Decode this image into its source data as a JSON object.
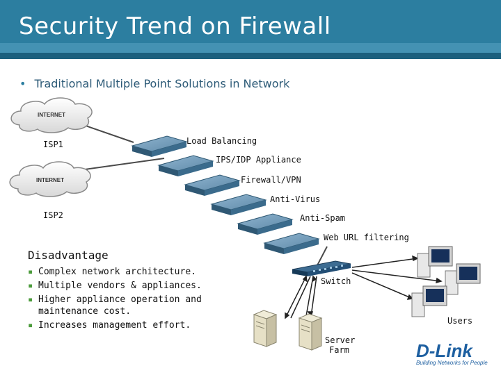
{
  "title": "Security Trend on Firewall",
  "bullet": "Traditional Multiple Point Solutions in Network",
  "clouds": [
    "INTERNET",
    "INTERNET"
  ],
  "isp_labels": [
    "ISP1",
    "ISP2"
  ],
  "appliances": [
    "Load Balancing",
    "IPS/IDP Appliance",
    "Firewall/VPN",
    "Anti-Virus",
    "Anti-Spam",
    "Web URL filtering"
  ],
  "switch_label": "Switch",
  "users_label": "Users",
  "server_label_line1": "Server",
  "server_label_line2": "Farm",
  "disadvantage": {
    "heading": "Disadvantage",
    "items": [
      "Complex network architecture.",
      "Multiple vendors & appliances.",
      "Higher appliance operation and maintenance cost.",
      "Increases management effort."
    ]
  },
  "logo": {
    "brand": "D-Link",
    "tagline": "Building Networks for People"
  },
  "colors": {
    "title_bar": "#2c7ea0",
    "appliance": "#4a7a99",
    "switch": "#1f4d75",
    "logo": "#1d5fa0"
  }
}
